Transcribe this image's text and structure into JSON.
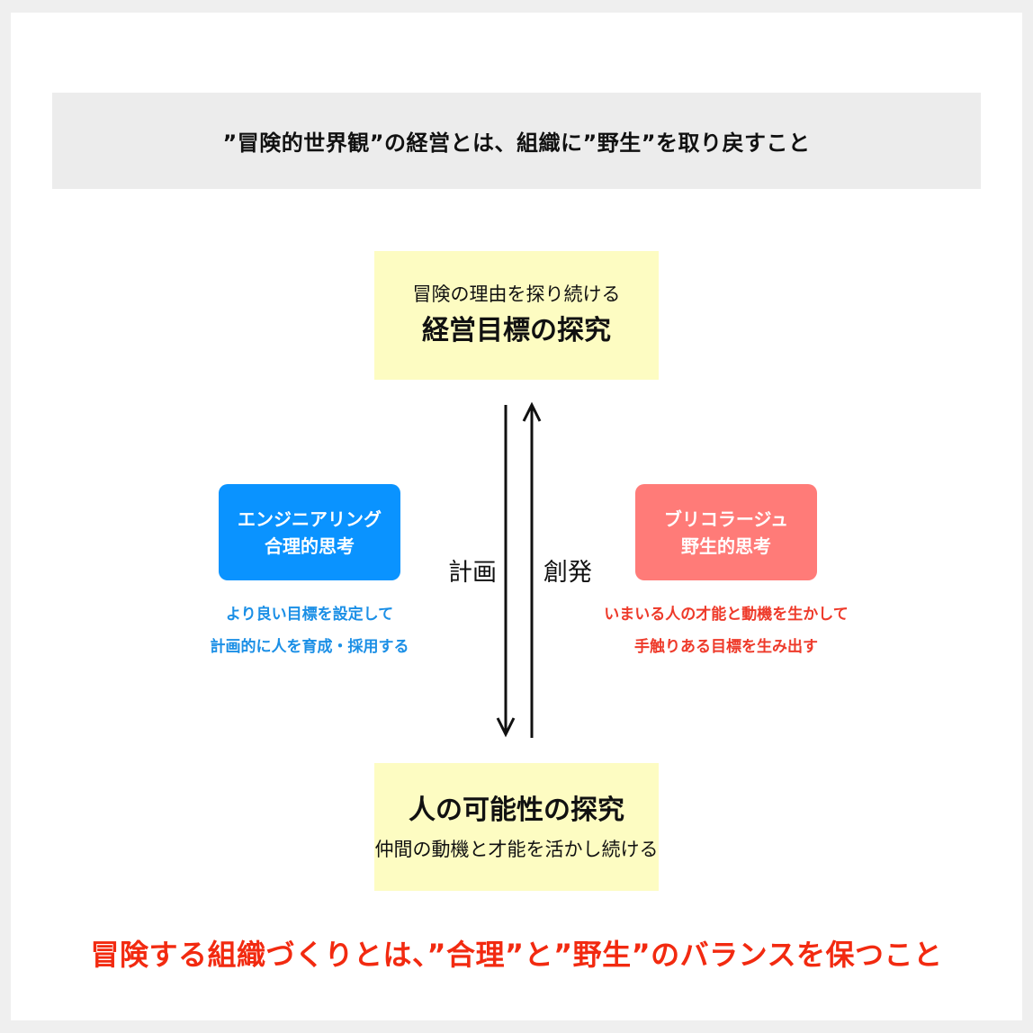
{
  "header": {
    "title": "”冒険的世界観”の経営とは、組織に”野生”を取り戻すこと"
  },
  "top_box": {
    "subtitle": "冒険の理由を探り続ける",
    "title": "経営目標の探究"
  },
  "bottom_box": {
    "title": "人の可能性の探究",
    "subtitle": "仲間の動機と才能を活かし続ける"
  },
  "left_pill": {
    "line1": "エンジニアリング",
    "line2": "合理的思考",
    "color": "#0a93ff"
  },
  "left_desc": {
    "line1": "より良い目標を設定して",
    "line2": "計画的に人を育成・採用する",
    "color": "#1b8fe6"
  },
  "right_pill": {
    "line1": "ブリコラージュ",
    "line2": "野生的思考",
    "color": "#ff7b78"
  },
  "right_desc": {
    "line1": "いまいる人の才能と動機を生かして",
    "line2": "手触りある目標を生み出す",
    "color": "#ee3a2a"
  },
  "arrows": {
    "down_label": "計画",
    "up_label": "創発"
  },
  "footer": {
    "title": "冒険する組織づくりとは、”合理”と”野生”のバランスを保つこと",
    "color": "#f22a10"
  }
}
